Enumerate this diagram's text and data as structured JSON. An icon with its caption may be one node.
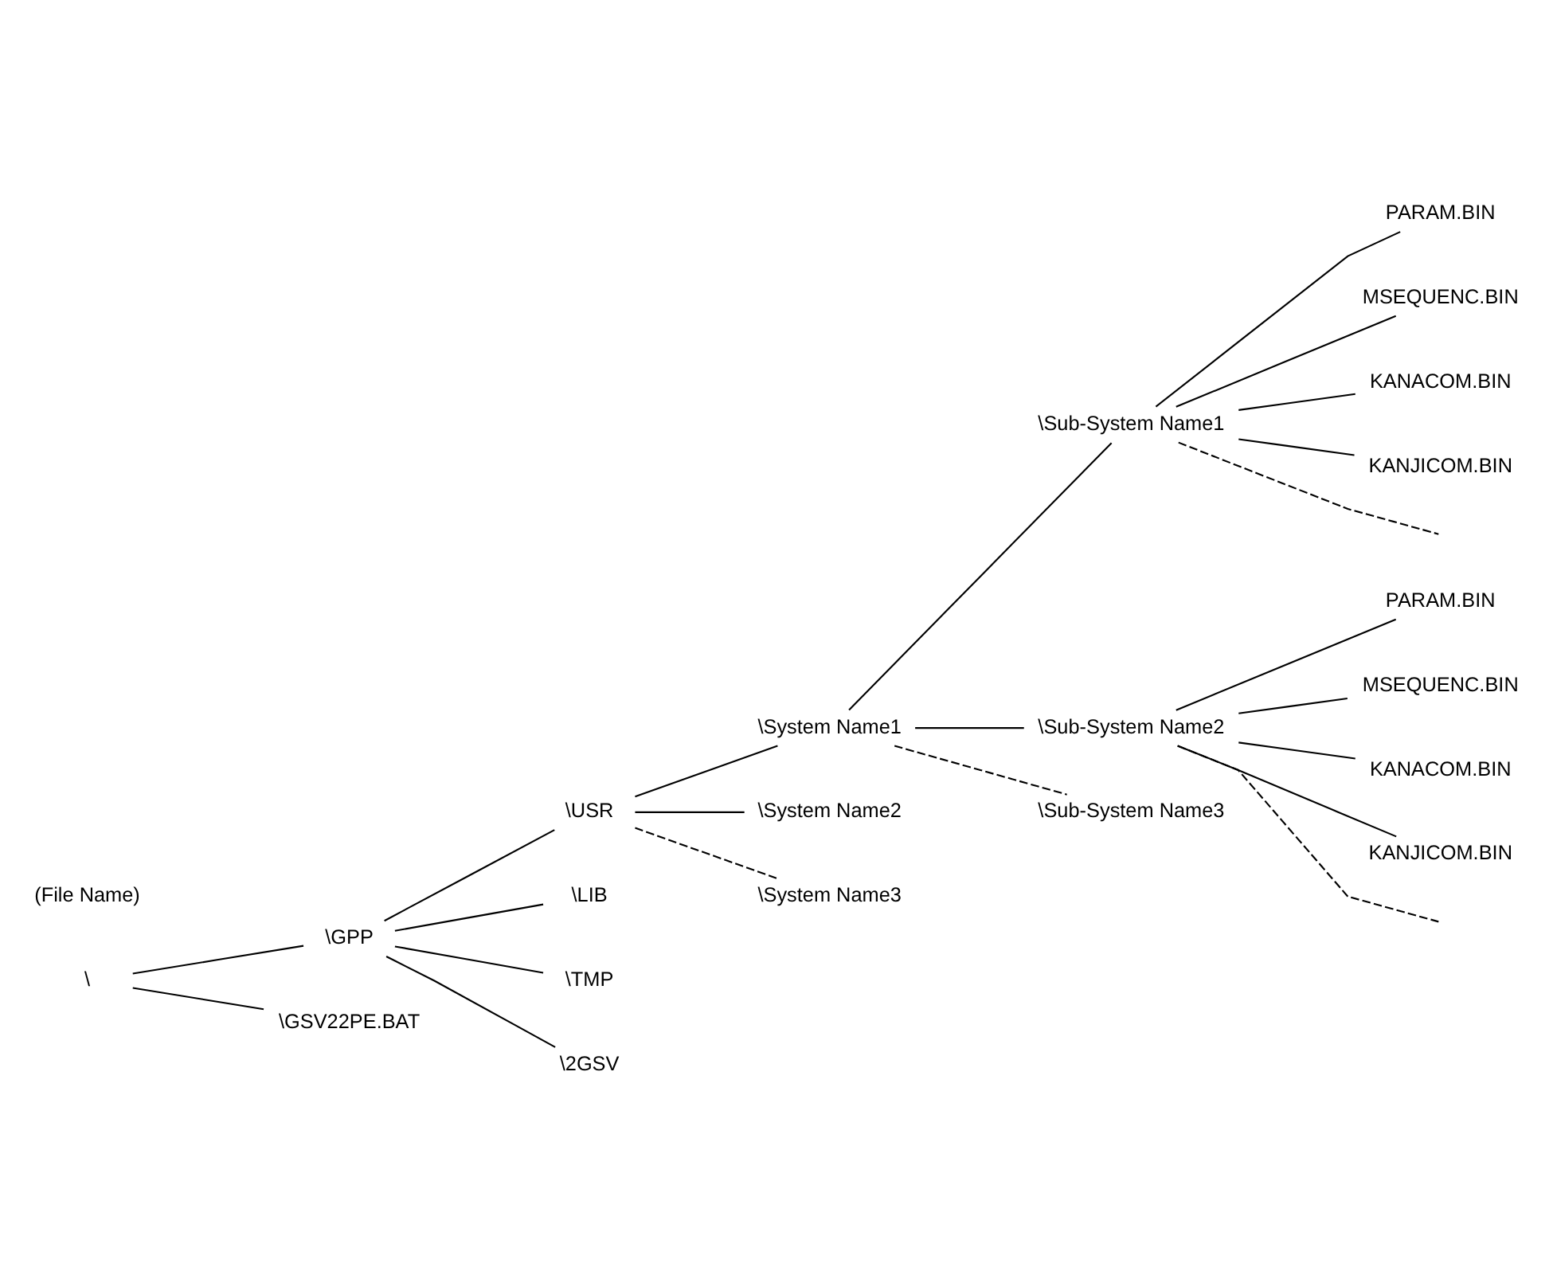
{
  "diagram": {
    "nodes": [
      {
        "text": [
          "\\"
        ]
      },
      {
        "text": [
          "\\GPP"
        ]
      },
      {
        "text": [
          "\\USR"
        ]
      },
      {
        "text": [
          "\\System Name1"
        ]
      },
      {
        "text": [
          "\\Sub-System Name1"
        ]
      },
      {
        "text": [
          "PARAM.BIN"
        ]
      },
      {
        "text": [
          "MSEQUENC.BIN"
        ]
      },
      {
        "text": [
          "KANACOM.BIN"
        ]
      },
      {
        "text": [
          "KANJICOM.BIN"
        ]
      },
      {
        "text": [
          "\\System Name2"
        ]
      },
      {
        "text": [
          "\\Sub-System Name2"
        ]
      },
      {
        "text": [
          "PARAM.BIN"
        ]
      },
      {
        "text": [
          "MSEQUENC.BIN"
        ]
      },
      {
        "text": [
          "KANACOM.BIN"
        ]
      },
      {
        "text": [
          "KANJICOM.BIN"
        ]
      },
      {
        "text": [
          "\\Sub-System Name3"
        ]
      },
      {
        "text": [
          "\\System Name3"
        ]
      },
      {
        "text": [
          "\\LIB"
        ]
      },
      {
        "text": [
          "\\TMP"
        ]
      },
      {
        "text": [
          "\\2GSV"
        ]
      },
      {
        "text": [
          "\\GSV22PE.BAT"
        ]
      }
    ],
    "edges": [
      {
        "from": 0,
        "to": 1,
        "arrow": "none"
      },
      {
        "from": 1,
        "to": 2,
        "arrow": "none"
      },
      {
        "from": 2,
        "to": 3,
        "arrow": "none"
      },
      {
        "from": 3,
        "to": 4,
        "arrow": "none"
      },
      {
        "from": 4,
        "to": 5,
        "arrow": "none"
      },
      {
        "from": 4,
        "to": 6,
        "arrow": "none"
      },
      {
        "from": 4,
        "to": 7,
        "arrow": "none"
      },
      {
        "from": 4,
        "to": 8,
        "arrow": "none"
      },
      {
        "from": 4,
        "to": null,
        "arrow": "none",
        "style": "dashed"
      },
      {
        "from": 2,
        "to": 9,
        "arrow": "none"
      },
      {
        "from": 3,
        "to": 10,
        "arrow": "none"
      },
      {
        "from": 10,
        "to": 11,
        "arrow": "none"
      },
      {
        "from": 10,
        "to": 12,
        "arrow": "none"
      },
      {
        "from": 10,
        "to": 13,
        "arrow": "none"
      },
      {
        "from": 10,
        "to": 14,
        "arrow": "none"
      },
      {
        "from": 10,
        "to": null,
        "arrow": "none",
        "style": "dashed"
      },
      {
        "from": 3,
        "to": 15,
        "arrow": "none",
        "style": "dashed"
      },
      {
        "from": 2,
        "to": 16,
        "arrow": "none",
        "style": "dashed"
      },
      {
        "from": 1,
        "to": 17,
        "arrow": "none"
      },
      {
        "from": 1,
        "to": 18,
        "arrow": "none"
      },
      {
        "from": 1,
        "to": 19,
        "arrow": "none"
      },
      {
        "from": 0,
        "to": 20,
        "arrow": "none"
      }
    ],
    "labels": [
      "(File Name)"
    ]
  }
}
